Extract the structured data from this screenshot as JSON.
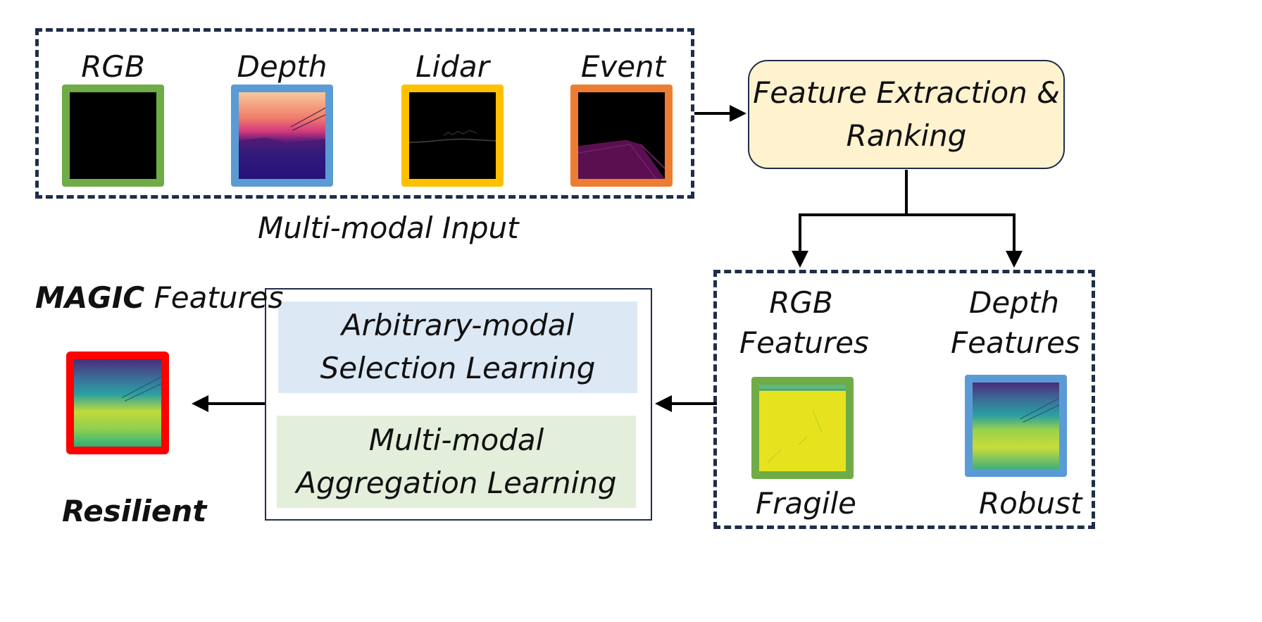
{
  "input_group": {
    "caption": "Multi-modal Input",
    "modalities": [
      {
        "label": "RGB",
        "border_color": "#6fab46"
      },
      {
        "label": "Depth",
        "border_color": "#5b9bd5"
      },
      {
        "label": "Lidar",
        "border_color": "#ffc000"
      },
      {
        "label": "Event",
        "border_color": "#ed7d31"
      }
    ]
  },
  "extraction_box": {
    "line1": "Feature Extraction &",
    "line2": "Ranking",
    "fill": "#fef2cf"
  },
  "features_group": {
    "rgb": {
      "line1": "RGB",
      "line2": "Features",
      "tag": "Fragile",
      "border_color": "#6fab46"
    },
    "depth": {
      "line1": "Depth",
      "line2": "Features",
      "tag": "Robust",
      "border_color": "#5b9bd5"
    }
  },
  "learning_box": {
    "selection": {
      "line1": "Arbitrary-modal",
      "line2": "Selection Learning",
      "fill": "#dde8f5"
    },
    "aggregation": {
      "line1": "Multi-modal",
      "line2": "Aggregation Learning",
      "fill": "#e3efdb"
    }
  },
  "output": {
    "title_bold": "MAGIC",
    "title_rest": "Features",
    "tag": "Resilient",
    "border_color": "#ff0000"
  }
}
